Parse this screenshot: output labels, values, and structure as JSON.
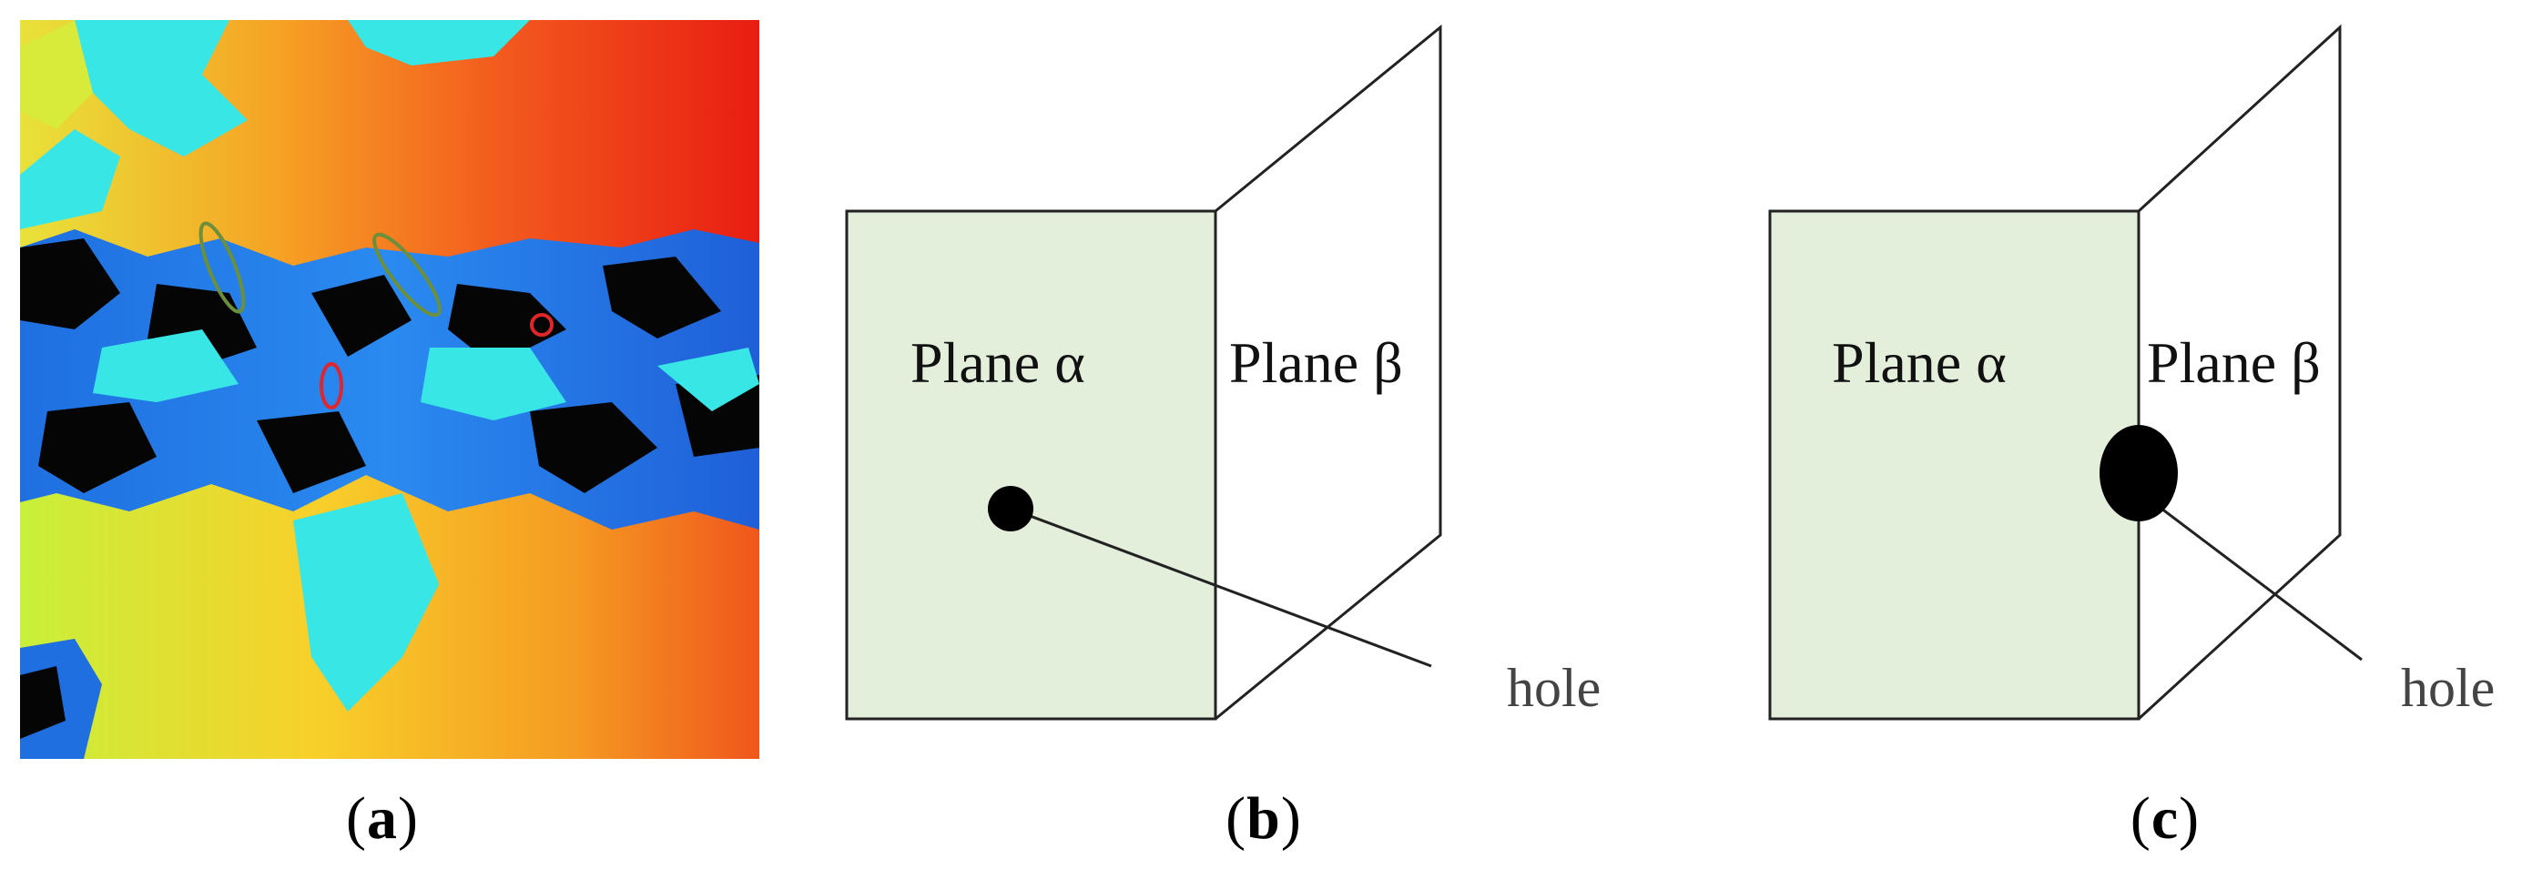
{
  "panels": {
    "a": {
      "caption_open": "(",
      "caption_letter": "a",
      "caption_close": ")"
    },
    "b": {
      "plane_alpha": "Plane α",
      "plane_beta": "Plane β",
      "hole_label": "hole",
      "caption_open": "(",
      "caption_letter": "b",
      "caption_close": ")"
    },
    "c": {
      "plane_alpha": "Plane α",
      "plane_beta": "Plane β",
      "hole_label": "hole",
      "caption_open": "(",
      "caption_letter": "c",
      "caption_close": ")"
    }
  },
  "colors": {
    "plane_alpha_fill": "#e3eedb",
    "line": "#222222",
    "hole": "#000000",
    "text": "#111111",
    "hole_label": "#444444",
    "marker_green": "#6b8f3a",
    "marker_red": "#e0262b"
  }
}
